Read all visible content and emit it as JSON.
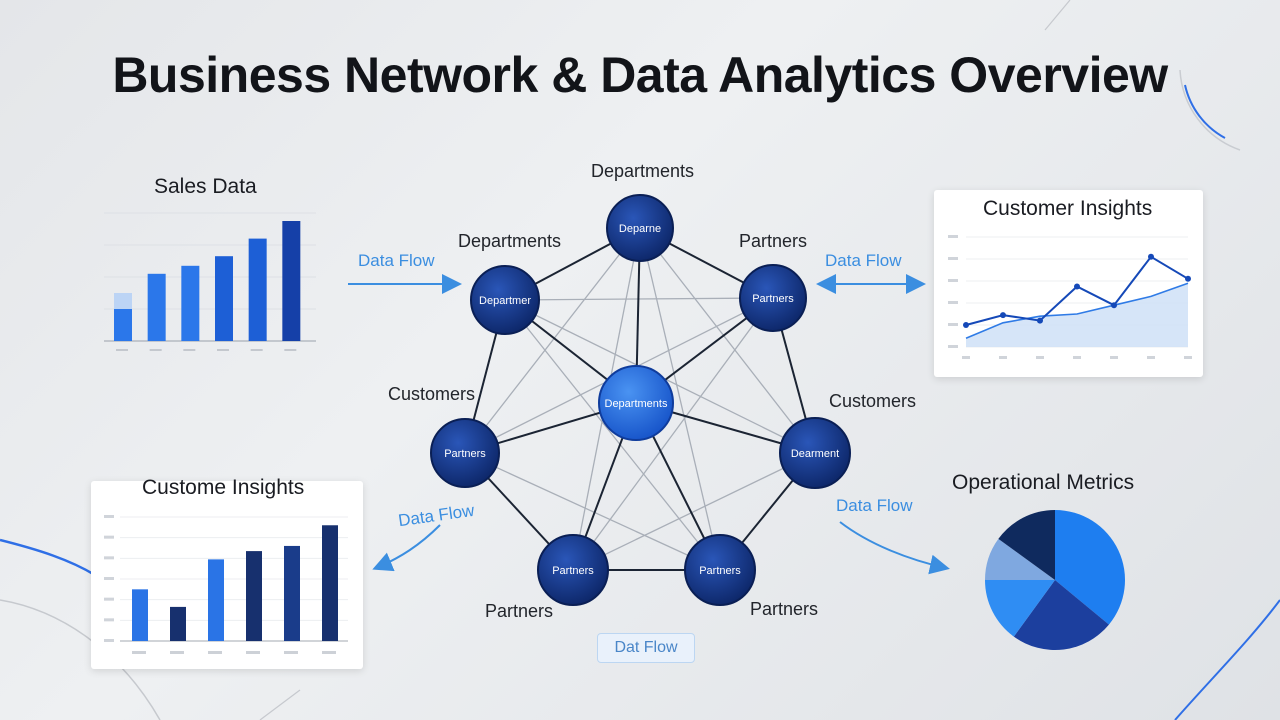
{
  "title": "Business Network & Data Analytics Overview",
  "colors": {
    "node_dark": "#0f2f7a",
    "node_mid": "#1c4fb0",
    "node_center": "#2b74e4",
    "flow_blue": "#3b8ee0",
    "bar_light": "#2e7be8",
    "bar_dark": "#17306e"
  },
  "panels": {
    "sales_data": "Sales Data",
    "customer_insights_top": "Customer Insights",
    "customer_insights_bottom": "Custome Insights",
    "operational_metrics": "Operational Metrics"
  },
  "network": {
    "labels": {
      "top": "Departments",
      "upper_left": "Departments",
      "upper_right": "Partners",
      "mid_left": "Customers",
      "mid_right": "Customers",
      "lower_left": "Partners",
      "lower_right": "Partners"
    },
    "node_text": {
      "top": "Deparne",
      "upper_left": "Departmer",
      "upper_right": "Partners",
      "center": "Departments",
      "mid_left": "Partners",
      "mid_right": "Dearment",
      "lower_left": "Partners",
      "lower_right": "Partners"
    }
  },
  "flows": {
    "left_top": "Data Flow",
    "right_top": "Data Flow",
    "left_bottom": "Data Flow",
    "right_bottom": "Data Flow",
    "badge": "Dat Flow"
  },
  "chart_data": [
    {
      "id": "sales-data",
      "type": "bar",
      "title": "Sales Data",
      "values": [
        20,
        42,
        47,
        53,
        64,
        75
      ],
      "ylim": [
        0,
        80
      ],
      "grid": true
    },
    {
      "id": "customer-insights-line",
      "type": "line",
      "title": "Customer Insights",
      "series": [
        {
          "values": [
            20,
            29,
            24,
            55,
            38,
            82,
            62
          ]
        },
        {
          "values": [
            8,
            22,
            28,
            30,
            38,
            46,
            58
          ]
        }
      ],
      "ylim": [
        0,
        100
      ]
    },
    {
      "id": "customer-insights-bar",
      "type": "bar",
      "title": "Custome Insights",
      "values": [
        50,
        33,
        79,
        87,
        92,
        112
      ],
      "ylim": [
        0,
        120
      ],
      "grid": true
    },
    {
      "id": "operational-metrics",
      "type": "pie",
      "title": "Operational Metrics",
      "values": [
        36,
        24,
        15,
        10,
        15
      ],
      "colors": [
        "#1e7ef0",
        "#1c3f9e",
        "#2f8df3",
        "#7fa8e0",
        "#0f2a5e"
      ]
    }
  ]
}
